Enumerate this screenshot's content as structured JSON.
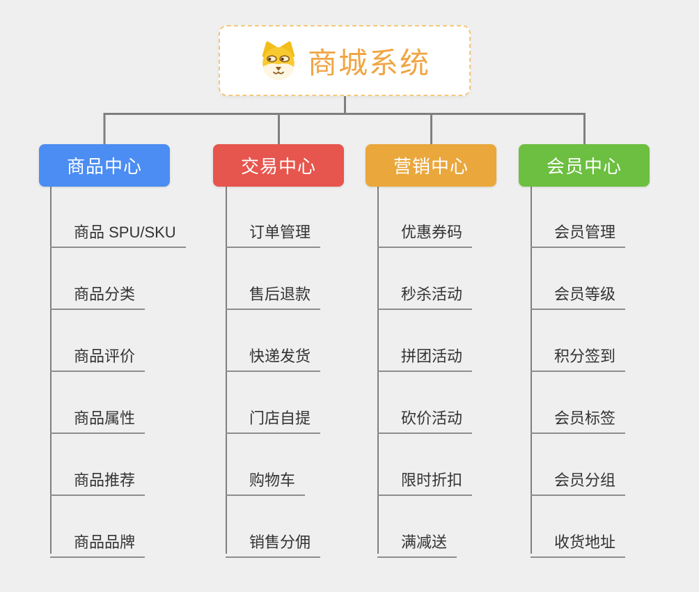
{
  "root": {
    "label": "商城系统",
    "icon": "doge-face-icon",
    "text_color": "#f0a544",
    "border_color": "#f7c679",
    "background": "#ffffff"
  },
  "colors": {
    "page_background": "#efefef",
    "connector_line": "#7f7f7f",
    "item_underline": "#8d8d8d",
    "item_text": "#333333"
  },
  "columns": [
    {
      "label": "商品中心",
      "color": "#4b8df2",
      "items": [
        "商品 SPU/SKU",
        "商品分类",
        "商品评价",
        "商品属性",
        "商品推荐",
        "商品品牌"
      ]
    },
    {
      "label": "交易中心",
      "color": "#e6564e",
      "items": [
        "订单管理",
        "售后退款",
        "快递发货",
        "门店自提",
        "购物车",
        "销售分佣"
      ]
    },
    {
      "label": "营销中心",
      "color": "#eaa73c",
      "items": [
        "优惠券码",
        "秒杀活动",
        "拼团活动",
        "砍价活动",
        "限时折扣",
        "满减送"
      ]
    },
    {
      "label": "会员中心",
      "color": "#6cbf40",
      "items": [
        "会员管理",
        "会员等级",
        "积分签到",
        "会员标签",
        "会员分组",
        "收货地址"
      ]
    }
  ]
}
